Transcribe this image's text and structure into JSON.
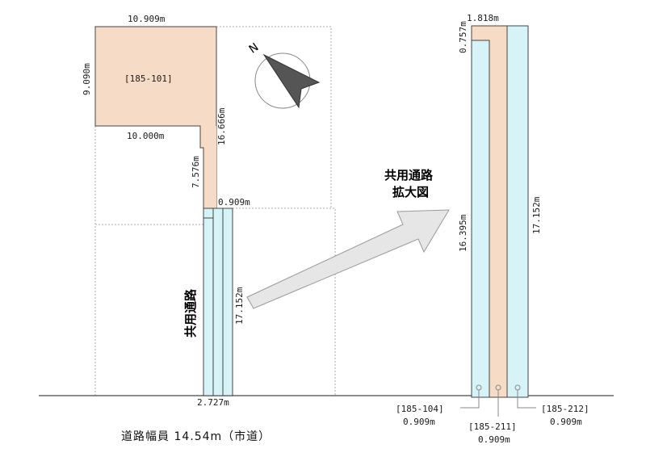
{
  "colors": {
    "lot_fill": "#f6dcc6",
    "passage_fill": "#d6f4f8",
    "line": "#444444",
    "dashed": "#aaaaaa",
    "arrow_fill": "#e6e6e6",
    "compass_fill": "#555555"
  },
  "main_lot": {
    "label": "[185-101]",
    "dim_top": "10.909m",
    "dim_left": "9.090m",
    "dim_mid": "10.000m",
    "dim_right": "16.666m",
    "dim_neck": "7.576m",
    "dim_strip": "0.909m"
  },
  "passage": {
    "label": "共用通路",
    "dim_length": "17.152m",
    "dim_width": "2.727m"
  },
  "compass": {
    "label": "N",
    "icon": "north-arrow-icon"
  },
  "road": {
    "label": "道路幅員 14.54m（市道）"
  },
  "enlarged": {
    "title_line1": "共用通路",
    "title_line2": "拡大図",
    "dim_top": "1.818m",
    "dim_notch": "0.757m",
    "dim_left": "16.395m",
    "dim_right": "17.152m",
    "parcels": [
      {
        "id": "[185-104]",
        "width": "0.909m"
      },
      {
        "id": "[185-211]",
        "width": "0.909m"
      },
      {
        "id": "[185-212]",
        "width": "0.909m"
      }
    ]
  }
}
